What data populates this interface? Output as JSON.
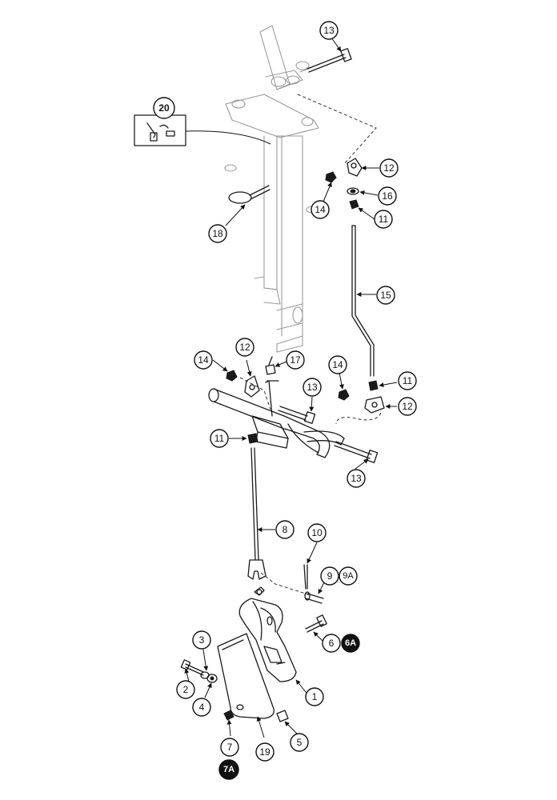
{
  "callouts": {
    "c1": "1",
    "c2": "2",
    "c3": "3",
    "c4": "4",
    "c5": "5",
    "c6": "6",
    "c6a": "6A",
    "c7": "7",
    "c7a": "7A",
    "c8": "8",
    "c9": "9",
    "c9a": "9A",
    "c10": "10",
    "c11a": "11",
    "c11b": "11",
    "c11c": "11",
    "c12a": "12",
    "c12b": "12",
    "c12c": "12",
    "c13a": "13",
    "c13b": "13",
    "c13c": "13",
    "c14a": "14",
    "c14b": "14",
    "c14c": "14",
    "c15": "15",
    "c16": "16",
    "c17": "17",
    "c18": "18",
    "c19": "19",
    "c20": "20"
  }
}
